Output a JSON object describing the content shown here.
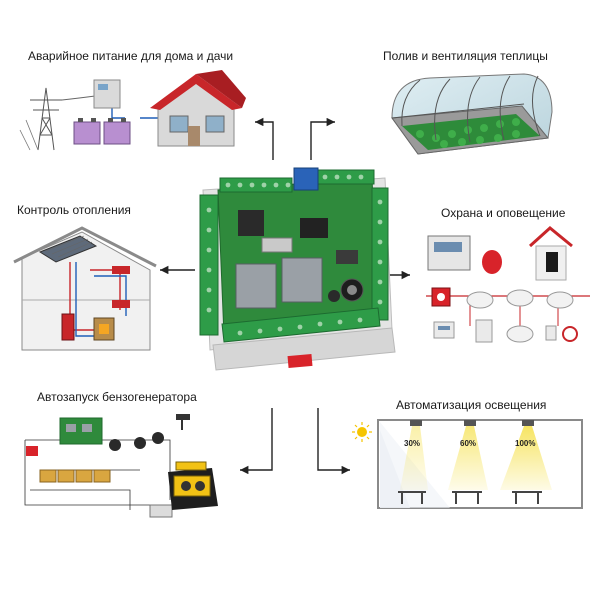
{
  "labels": {
    "emergency_power": "Аварийное питание для дома и дачи",
    "greenhouse": "Полив и вентиляция теплицы",
    "heating_control": "Контроль отопления",
    "security": "Охрана и оповещение",
    "generator_autostart": "Автозапуск бензогенератора",
    "lighting_automation": "Автоматизация освещения"
  },
  "lighting_levels": [
    "30%",
    "60%",
    "100%"
  ],
  "colors": {
    "pcb_green": "#2f8a3c",
    "terminal_green": "#2e9c48",
    "relay_blue": "#2a63b8",
    "roof_red": "#c8262a",
    "light_beam": "#f6e35a",
    "arrow": "#222222"
  }
}
